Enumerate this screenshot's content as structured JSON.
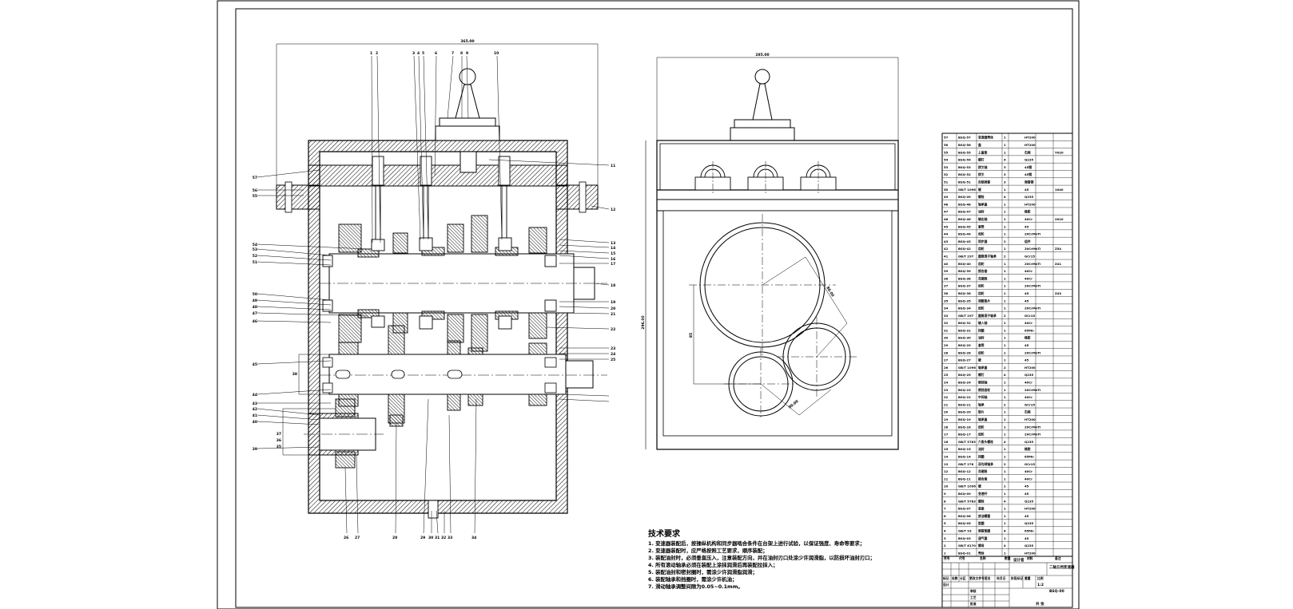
{
  "tech_requirements": {
    "title": "技术要求",
    "lines": [
      "1. 变速器装配后，按操纵机构和同步器啮合条件在台架上进行试验，以保证强度、寿命等要求；",
      "2. 变速器装配时，应严格按照工艺要求，顺序装配；",
      "3. 装配油封时，必须垂直压入，注意装配方向，并在油封刃口处涂少许润滑脂，以防损坏油封刃口；",
      "4. 所有滚动轴承必须在装配上涂抹润滑后再装配拉抹入；",
      "5. 装配油封和密封圈时，需涂少许润滑脂润滑；",
      "6. 装配轴承和挡圈时，需涂少许机油；",
      "7. 滑动轴承调整间隙为0.05~0.1mm。"
    ]
  },
  "title_block": {
    "school": "设计者",
    "drawing_title": "二轴五挡变速器",
    "drawing_no": "BSQ-00",
    "scale": "1:2",
    "sheet": "共  张",
    "col_labels": [
      "序号",
      "代号",
      "名称",
      "数量",
      "材料",
      "备注"
    ],
    "sign_labels": [
      "标记",
      "处数",
      "分区",
      "更改文件号",
      "签名",
      "年月日"
    ],
    "role_labels": [
      "设计",
      "审核",
      "工艺",
      "批准"
    ],
    "stage_labels": [
      "阶段标记",
      "重量",
      "比例"
    ]
  },
  "bom_rows": [
    [
      "57",
      "BSQ-57",
      "变速器壳体",
      "1",
      "HT200",
      ""
    ],
    [
      "56",
      "BSQ-56",
      "盖",
      "1",
      "HT200",
      ""
    ],
    [
      "55",
      "BSQ-55",
      "上盖垫",
      "1",
      "石棉",
      "Y020"
    ],
    [
      "54",
      "BSQ-54",
      "螺钉",
      "4",
      "Q235",
      ""
    ],
    [
      "53",
      "BSQ-53",
      "拨叉轴",
      "3",
      "45钢",
      ""
    ],
    [
      "52",
      "BSQ-52",
      "拨叉",
      "3",
      "45钢",
      ""
    ],
    [
      "51",
      "BSQ-51",
      "自锁弹簧",
      "3",
      "弹簧钢",
      ""
    ],
    [
      "50",
      "GB/T 1096",
      "键",
      "1",
      "45",
      "1040"
    ],
    [
      "49",
      "BSQ-49",
      "螺栓",
      "4",
      "Q235",
      ""
    ],
    [
      "48",
      "BSQ-48",
      "轴承盖",
      "1",
      "HT200",
      ""
    ],
    [
      "47",
      "BSQ-47",
      "油封",
      "1",
      "橡胶",
      ""
    ],
    [
      "46",
      "BSQ-46",
      "输出轴",
      "1",
      "40Cr",
      "2010"
    ],
    [
      "45",
      "BSQ-45",
      "套筒",
      "1",
      "45",
      ""
    ],
    [
      "44",
      "BSQ-44",
      "齿轮",
      "1",
      "20CrMnTi",
      ""
    ],
    [
      "43",
      "BSQ-43",
      "同步器",
      "2",
      "组件",
      ""
    ],
    [
      "42",
      "BSQ-42",
      "齿轮",
      "1",
      "20CrMnTi",
      "Z54"
    ],
    [
      "41",
      "GB/T 297",
      "圆锥滚子轴承",
      "2",
      "GCr15",
      ""
    ],
    [
      "40",
      "BSQ-40",
      "齿轮",
      "1",
      "20CrMnTi",
      "Z41"
    ],
    [
      "39",
      "BSQ-39",
      "接合套",
      "1",
      "40Cr",
      ""
    ],
    [
      "38",
      "BSQ-38",
      "花键毂",
      "1",
      "40Cr",
      ""
    ],
    [
      "37",
      "BSQ-37",
      "齿轮",
      "1",
      "20CrMnTi",
      ""
    ],
    [
      "36",
      "BSQ-36",
      "齿轮",
      "1",
      "45",
      "Z43"
    ],
    [
      "35",
      "BSQ-35",
      "调整垫片",
      "1",
      "45",
      ""
    ],
    [
      "34",
      "BSQ-34",
      "齿轮",
      "1",
      "20CrMnTi",
      ""
    ],
    [
      "33",
      "GB/T 297",
      "圆锥滚子轴承",
      "2",
      "GCr15",
      ""
    ],
    [
      "32",
      "BSQ-32",
      "输入轴",
      "1",
      "40Cr",
      ""
    ],
    [
      "31",
      "BSQ-31",
      "挡圈",
      "1",
      "65Mn",
      ""
    ],
    [
      "30",
      "BSQ-30",
      "油封",
      "1",
      "橡胶",
      ""
    ],
    [
      "29",
      "BSQ-29",
      "套筒",
      "1",
      "45",
      ""
    ],
    [
      "28",
      "BSQ-28",
      "齿轮",
      "1",
      "20CrMnTi",
      ""
    ],
    [
      "27",
      "BSQ-27",
      "键",
      "1",
      "45",
      ""
    ],
    [
      "26",
      "GB/T 1096",
      "轴承盖",
      "2",
      "HT200",
      ""
    ],
    [
      "25",
      "BSQ-25",
      "螺钉",
      "4",
      "Q235",
      ""
    ],
    [
      "24",
      "BSQ-24",
      "倒挡轴",
      "1",
      "40Cr",
      ""
    ],
    [
      "23",
      "BSQ-23",
      "倒挡齿轮",
      "1",
      "20CrMnTi",
      ""
    ],
    [
      "22",
      "BSQ-22",
      "中间轴",
      "1",
      "40Cr",
      ""
    ],
    [
      "21",
      "BSQ-21",
      "轴承",
      "2",
      "GCr15",
      ""
    ],
    [
      "20",
      "BSQ-20",
      "垫片",
      "1",
      "石棉",
      ""
    ],
    [
      "19",
      "BSQ-19",
      "轴承盖",
      "1",
      "HT200",
      ""
    ],
    [
      "18",
      "BSQ-18",
      "齿轮",
      "1",
      "20CrMnTi",
      ""
    ],
    [
      "17",
      "BSQ-17",
      "齿轮",
      "1",
      "20CrMnTi",
      ""
    ],
    [
      "16",
      "GB/T 5783",
      "六角头螺栓",
      "4",
      "Q235",
      ""
    ],
    [
      "15",
      "BSQ-15",
      "油封",
      "1",
      "橡胶",
      ""
    ],
    [
      "14",
      "BSQ-14",
      "挡圈",
      "1",
      "65Mn",
      ""
    ],
    [
      "13",
      "GB/T 276",
      "深沟球轴承",
      "2",
      "GCr15",
      ""
    ],
    [
      "12",
      "BSQ-12",
      "花键毂",
      "1",
      "40Cr",
      ""
    ],
    [
      "11",
      "BSQ-11",
      "接合套",
      "1",
      "40Cr",
      ""
    ],
    [
      "10",
      "GB/T 1096",
      "键",
      "1",
      "45",
      ""
    ],
    [
      "9",
      "BSQ-09",
      "变速杆",
      "1",
      "45",
      ""
    ],
    [
      "8",
      "GB/T 5783",
      "螺栓",
      "4",
      "Q235",
      ""
    ],
    [
      "7",
      "BSQ-07",
      "底座",
      "1",
      "HT200",
      ""
    ],
    [
      "6",
      "BSQ-06",
      "放油螺塞",
      "1",
      "45",
      ""
    ],
    [
      "5",
      "BSQ-05",
      "垫圈",
      "1",
      "Q235",
      ""
    ],
    [
      "4",
      "GB/T 93",
      "弹簧垫圈",
      "4",
      "65Mn",
      ""
    ],
    [
      "3",
      "BSQ-03",
      "通气塞",
      "1",
      "45",
      ""
    ],
    [
      "2",
      "GB/T 6170",
      "螺母",
      "4",
      "Q235",
      ""
    ],
    [
      "1",
      "BSQ-01",
      "壳体",
      "1",
      "HT200",
      ""
    ]
  ],
  "front_view": {
    "dim_width": "365.00",
    "callouts_top": [
      "1",
      "2",
      "3",
      "4",
      "5",
      "6",
      "7",
      "8",
      "9",
      "10"
    ],
    "callouts_bottom": [
      "26",
      "27",
      "28",
      "29",
      "30",
      "31",
      "32",
      "33",
      "34"
    ],
    "callouts_right": [
      "11",
      "12",
      "13",
      "14",
      "15",
      "16",
      "17",
      "18",
      "19",
      "20",
      "21",
      "22",
      "23",
      "24",
      "25"
    ],
    "callouts_left": [
      "57",
      "56",
      "55",
      "54",
      "53",
      "52",
      "51",
      "50",
      "49",
      "48",
      "47",
      "46",
      "45",
      "44",
      "43",
      "42",
      "41",
      "40",
      "39",
      "38",
      "37",
      "36",
      "35"
    ]
  },
  "side_view": {
    "dim_width": "285.00",
    "dim_height": "296.00",
    "dim_center": "85",
    "dim_radius": "88.00",
    "dim_small": "90.00"
  }
}
